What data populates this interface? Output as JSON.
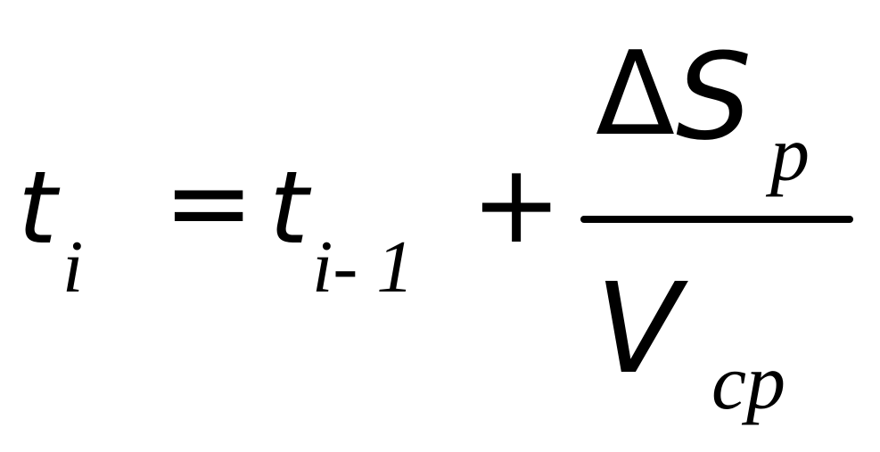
{
  "formula": {
    "lhs": {
      "var": "t",
      "sub": "i"
    },
    "equals": "=",
    "rhs_term": {
      "var": "t",
      "sub": "i- 1"
    },
    "plus": "+",
    "fraction": {
      "numerator": {
        "delta": "Δ",
        "var": "S",
        "sub": "p"
      },
      "denominator": {
        "var": "V",
        "sub": "cp"
      }
    }
  }
}
